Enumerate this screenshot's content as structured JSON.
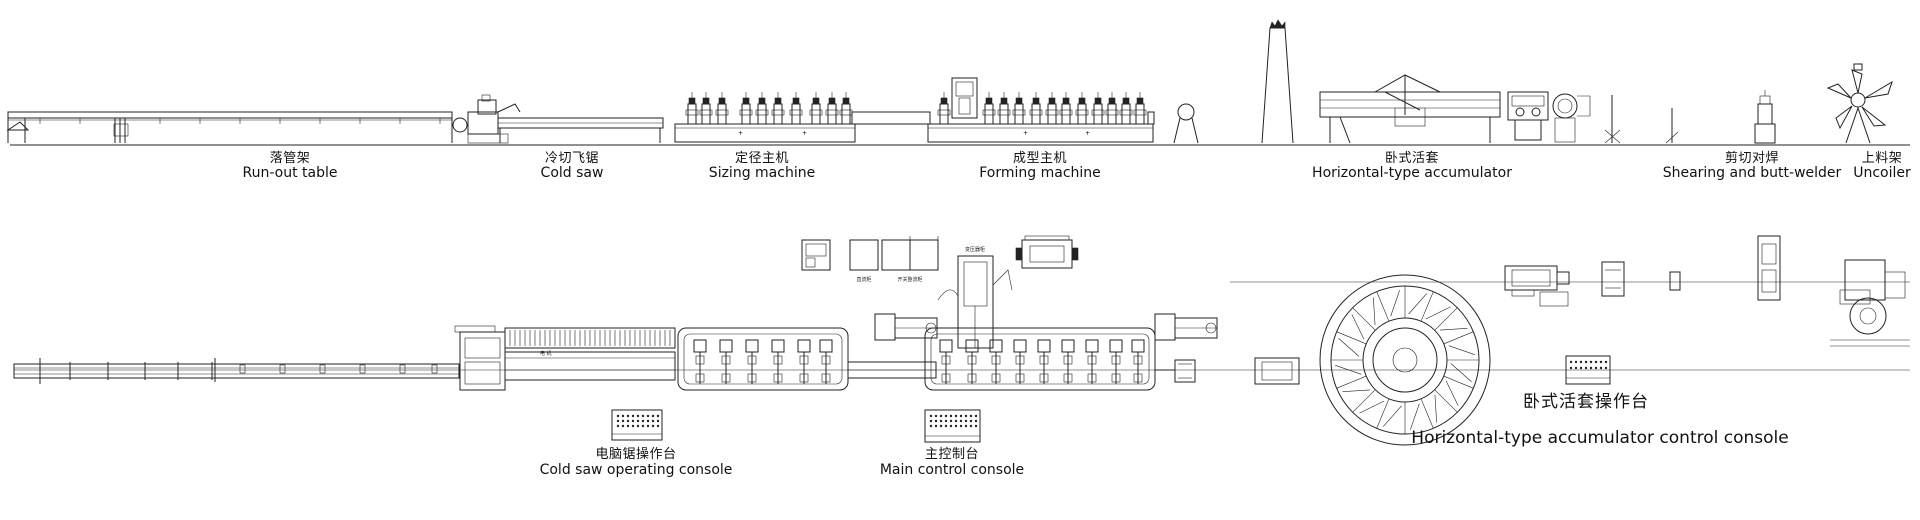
{
  "machines": [
    {
      "id": "runout",
      "cn": "落管架",
      "en": "Run-out table"
    },
    {
      "id": "coldsaw",
      "cn": "冷切飞锯",
      "en": "Cold saw"
    },
    {
      "id": "sizing",
      "cn": "定径主机",
      "en": "Sizing machine"
    },
    {
      "id": "forming",
      "cn": "成型主机",
      "en": "Forming machine"
    },
    {
      "id": "accumulator",
      "cn": "卧式活套",
      "en": "Horizontal-type accumulator"
    },
    {
      "id": "shearing",
      "cn": "剪切对焊",
      "en": "Shearing and butt-welder"
    },
    {
      "id": "uncoiler",
      "cn": "上料架",
      "en": "Uncoiler"
    }
  ],
  "consoles": [
    {
      "id": "coldsaw-console",
      "cn": "电脑锯操作台",
      "en": "Cold saw operating console"
    },
    {
      "id": "main-console",
      "cn": "主控制台",
      "en": "Main control console"
    },
    {
      "id": "accumulator-console",
      "cn": "卧式活套操作台",
      "en": "Horizontal-type accumulator control console"
    }
  ],
  "small_labels": {
    "cabinet1": "直流柜",
    "cabinet2": "开关整流柜",
    "transformer": "变压器柜"
  }
}
